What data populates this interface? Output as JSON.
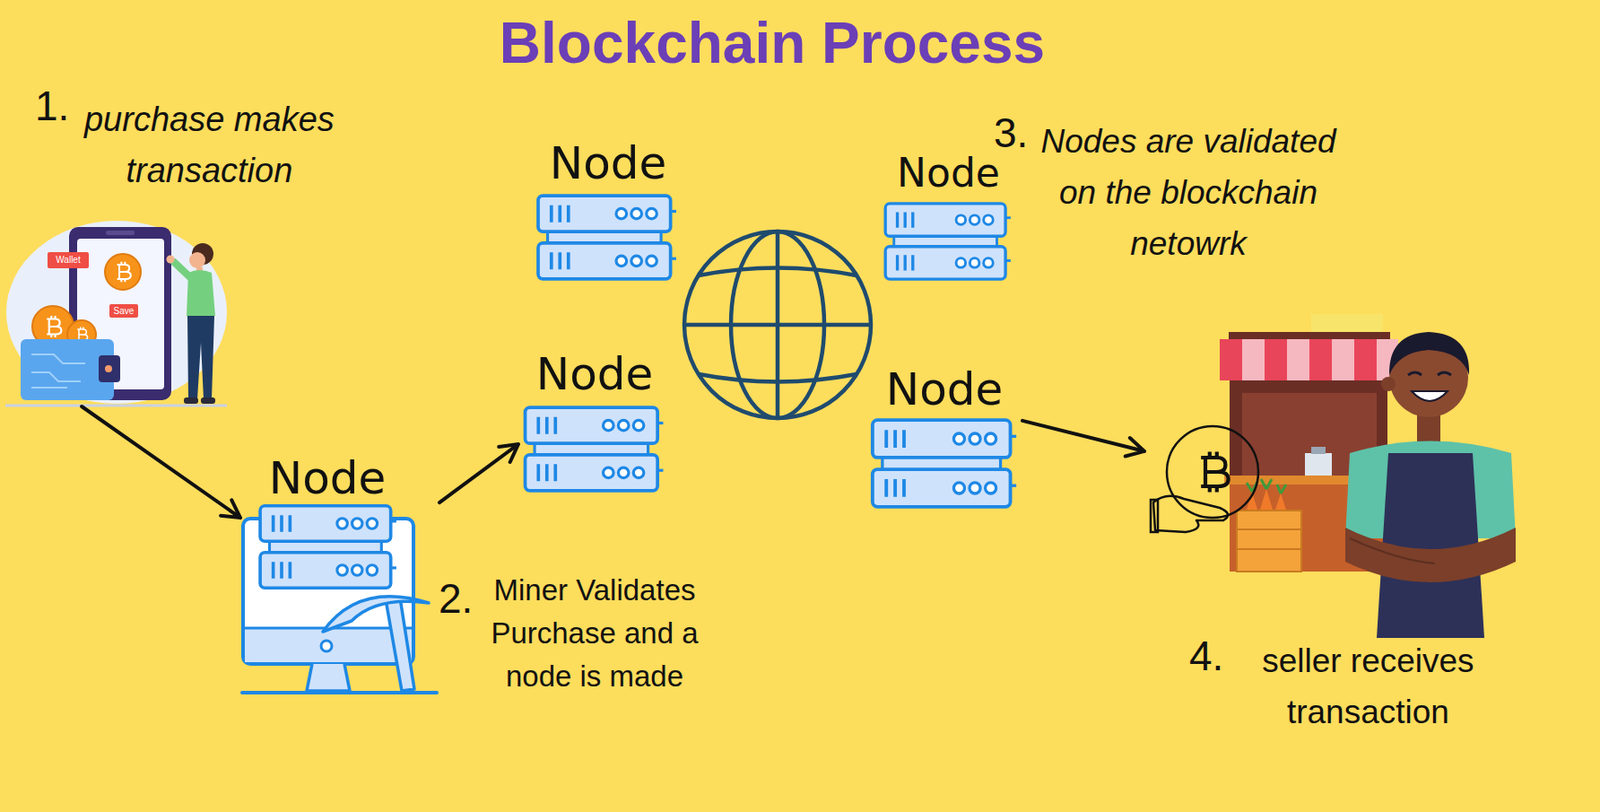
{
  "diagram": {
    "title": "Blockchain Process",
    "nodes": [
      {
        "text": [
          "1.",
          "purchase makes transaction"
        ]
      },
      {
        "text": [
          "Node"
        ]
      },
      {
        "text": [
          "Node"
        ]
      },
      {
        "text": [
          "Node"
        ]
      },
      {
        "text": [
          "Node"
        ]
      },
      {
        "text": [
          "Node"
        ]
      },
      {
        "text": [
          "4.",
          "seller receives transaction"
        ]
      }
    ],
    "edges": [
      {
        "from": 0,
        "to": 5,
        "arrow": "to"
      },
      {
        "from": 5,
        "to": 3,
        "arrow": "to"
      },
      {
        "from": 4,
        "to": 6,
        "arrow": "to"
      }
    ],
    "labels": [
      "2.",
      "Miner Validates Purchase and a node is made",
      "3.",
      "Nodes are validated on the blockchain netowrk",
      "Wallet",
      "Save"
    ]
  }
}
